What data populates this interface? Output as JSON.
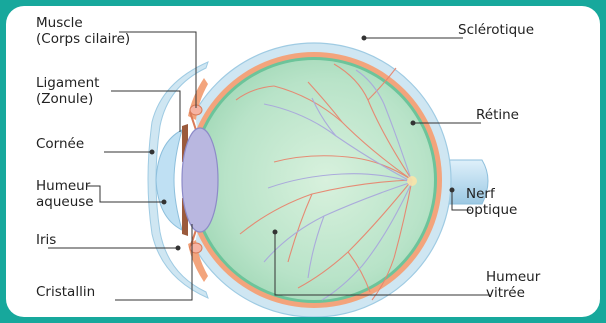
{
  "labels": {
    "muscle": [
      "Muscle",
      "(Corps cilaire)"
    ],
    "ligament": [
      "Ligament",
      "(Zonule)"
    ],
    "cornee": [
      "Cornée"
    ],
    "humeur_aqueuse": [
      "Humeur",
      "aqueuse"
    ],
    "iris": [
      "Iris"
    ],
    "cristallin": [
      "Cristallin"
    ],
    "sclerotique": [
      "Sclérotique"
    ],
    "retine": [
      "Rétine"
    ],
    "nerf_optique": [
      "Nerf",
      "optique"
    ],
    "humeur_vitree": [
      "Humeur",
      "vitrée"
    ]
  },
  "colors": {
    "frame": "#17a89c",
    "sclera": "#cfe6f2",
    "choroid": "#f3a47c",
    "retina": "#6cc49a",
    "vitreous": "#bfe6cf",
    "lens": "#b9b7e0",
    "cornea": "#bfe0f3",
    "vessel_red": "#e7866f",
    "vessel_blue": "#a9a8dc"
  }
}
